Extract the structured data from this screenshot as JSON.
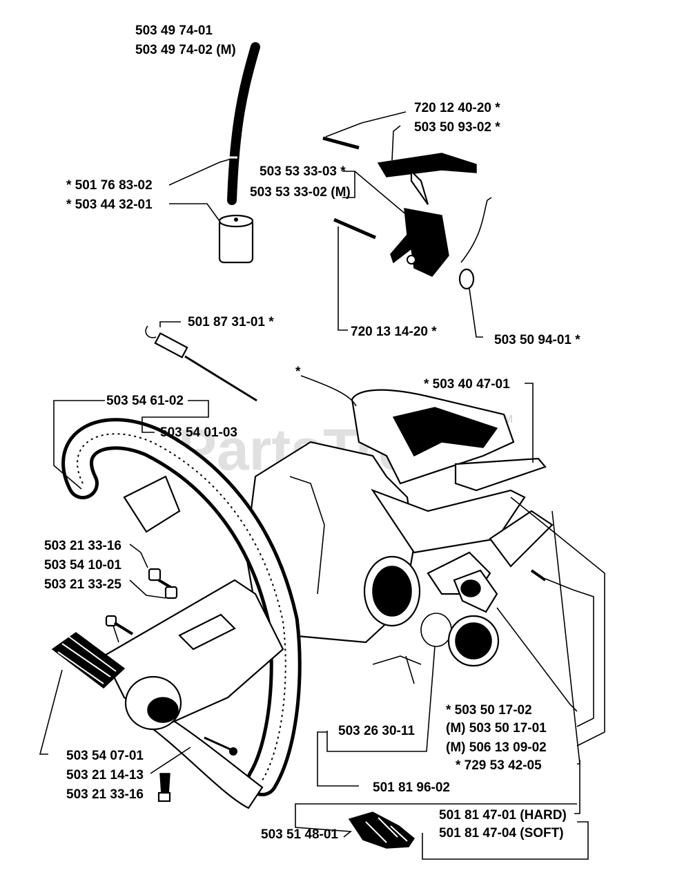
{
  "watermark": {
    "text": "PartsTree",
    "tm": "TM"
  },
  "labels": {
    "hose_main": "503 49 74-01",
    "hose_m": "503 49 74-02 (M)",
    "pin_top": "720 12 40-20  *",
    "throttle": "503 50 93-02  *",
    "trigger_a": "503 53 33-03  *",
    "trigger_m": "503 53 33-02 (M)",
    "filter_a": "*  501 76 83-02",
    "filter_b": "*  503 44 32-01",
    "pin_lower": "720 13 14-20  *",
    "spring": "503 50 94-01  *",
    "rod": "501 87 31-01  *",
    "star": "*",
    "handle_cover": "*  503 40 47-01",
    "front_handle": "503 54 61-02",
    "handle_b": "503 54 01-03",
    "screw_16": "503 21 33-16",
    "spacer": "503 54 10-01",
    "screw_25": "503 21 33-25",
    "cap_a": "*    503 50 17-02",
    "cap_m": "(M) 503 50 17-01",
    "oring": "503 26 30-11",
    "cap_m2": "(M) 506 13 09-02",
    "cap_b": "*  729 53 42-05",
    "grip": "503 54 07-01",
    "screw_13": "503 21 14-13",
    "screw_16b": "503 21 33-16",
    "tank": "501 81 96-02",
    "av_hard": "501 81 47-01 (HARD)",
    "av_soft": "501 81 47-04 (SOFT)",
    "av_buffer": "503 51 48-01"
  }
}
